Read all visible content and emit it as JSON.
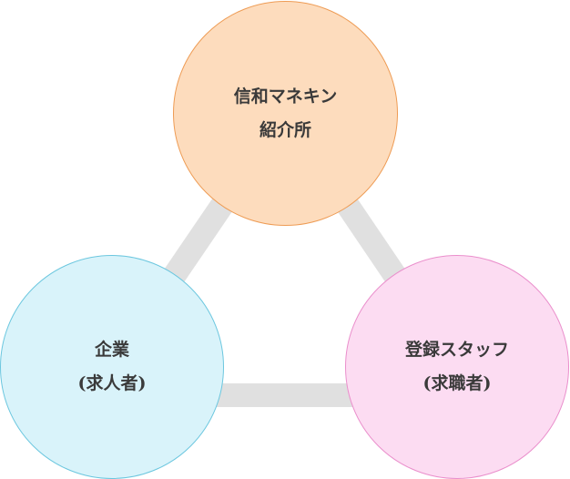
{
  "nodes": {
    "agency": {
      "line1": "信和マネキン",
      "line2": "紹介所"
    },
    "company": {
      "line1": "企業",
      "line2": "(求人者)"
    },
    "staff": {
      "line1": "登録スタッフ",
      "line2": "(求職者)"
    }
  },
  "colors": {
    "agency_fill": "#fddcbd",
    "agency_border": "#ee9c55",
    "company_fill": "#d9f3fa",
    "company_border": "#6cc7df",
    "staff_fill": "#fcdcf2",
    "staff_border": "#ea8fcc",
    "connector": "#e0e0e0"
  }
}
